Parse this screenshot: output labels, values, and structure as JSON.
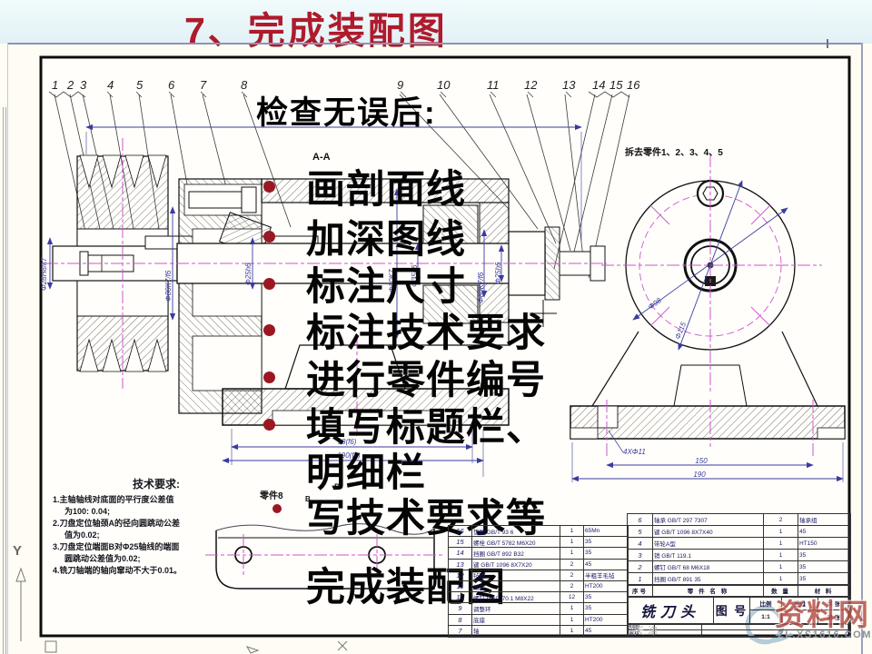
{
  "slide": {
    "title": "7、完成装配图",
    "checklist": {
      "heading": "检查无误后:",
      "items": [
        {
          "text": "画剖面线",
          "bullet": true
        },
        {
          "text": "加深图线",
          "bullet": true
        },
        {
          "text": "标注尺寸",
          "bullet": true
        },
        {
          "text": "标注技术要求",
          "bullet": true
        },
        {
          "text": "进行零件编号",
          "bullet": true
        },
        {
          "text": "填写标题栏、",
          "bullet": true
        },
        {
          "text": "明细栏",
          "bullet": false
        },
        {
          "text": "写技术要求等",
          "bullet": false
        },
        {
          "text": "完成装配图",
          "bullet": false
        }
      ]
    }
  },
  "drawing": {
    "part_numbers": [
      "1",
      "2",
      "3",
      "4",
      "5",
      "6",
      "7",
      "8",
      "9",
      "10",
      "11",
      "12",
      "13",
      "14",
      "15",
      "16"
    ],
    "section_label": "A-A",
    "detached_note": "拆去零件1、2、3、4、5",
    "part8_label": "零件8",
    "view_label_b": "B",
    "axis_label": "Y",
    "dims": {
      "pulley_bore": "Φ28H8/k7",
      "flange_bore": "Φ80K7/f6",
      "shaft_seat": "Φ25h6",
      "housing_bore": "Φ80K7",
      "shaft_mid": "Φ35h6",
      "right_bore": "Φ80K7/f6",
      "right_shaft": "Φ25h6",
      "circle_inner": "Φ98",
      "circle_outer": "Φ115",
      "base_holes": "4XΦ11",
      "base_span": "150",
      "base_width": "190",
      "length_98": "98(f6)",
      "length_190": "190(f8)"
    },
    "tech_requirements": {
      "title": "技术要求:",
      "lines": [
        "1.主轴轴线对底面的平行度公差值",
        "为100: 0.04;",
        "2.刀盘定位轴颈A的径向圆跳动公差",
        "值为0.02;",
        "3.刀盘定位端面B对Φ25轴线的端面",
        "圆跳动公差值为0.02;",
        "4.铣刀轴端的轴向窜动不大于0.01。"
      ]
    },
    "parts_list_left": [
      {
        "no": "16",
        "name": "垫圈 GB/T 93 6",
        "qty": "1",
        "mat": "65Mn"
      },
      {
        "no": "15",
        "name": "螺栓 GB/T 5782 M6X20",
        "qty": "1",
        "mat": "35"
      },
      {
        "no": "14",
        "name": "挡圈 GB/T 892 B32",
        "qty": "1",
        "mat": "35"
      },
      {
        "no": "13",
        "name": "键 GB/T 1096 8X7X20",
        "qty": "2",
        "mat": "45"
      },
      {
        "no": "12",
        "name": "毡圈",
        "qty": "2",
        "mat": "半粗羊毛毡"
      },
      {
        "no": "11",
        "name": "端盖",
        "qty": "2",
        "mat": "HT200"
      },
      {
        "no": "10",
        "name": "螺钉 GB/T 70.1 M8X22",
        "qty": "12",
        "mat": "35"
      },
      {
        "no": "9",
        "name": "调整环",
        "qty": "1",
        "mat": "35"
      },
      {
        "no": "8",
        "name": "底座",
        "qty": "1",
        "mat": "HT200"
      },
      {
        "no": "7",
        "name": "轴",
        "qty": "1",
        "mat": "45"
      }
    ],
    "parts_list_right": [
      {
        "no": "6",
        "name": "轴承 GB/T 297 7307",
        "qty": "2",
        "mat": "轴承组"
      },
      {
        "no": "5",
        "name": "键 GB/T 1096 8X7X40",
        "qty": "1",
        "mat": "45"
      },
      {
        "no": "4",
        "name": "带轮A型",
        "qty": "1",
        "mat": "HT150"
      },
      {
        "no": "3",
        "name": "销 GB/T 119.1",
        "qty": "1",
        "mat": "35"
      },
      {
        "no": "2",
        "name": "螺钉 GB/T 68 M6X18",
        "qty": "1",
        "mat": "35"
      },
      {
        "no": "1",
        "name": "挡圈 GB/T 891 35",
        "qty": "1",
        "mat": "35"
      }
    ],
    "parts_header": {
      "no": "序号",
      "name": "零 件 名 称",
      "qty": "数 量",
      "mat": "材 料"
    },
    "title_block": {
      "name": "铣刀头",
      "scale_label": "比例",
      "scale": "1:1",
      "weight_label": "重量",
      "sheets_label": "共 张",
      "sheet_label": "第 张",
      "dwgno_label": "图 号",
      "draft_label": "制图",
      "check_label": "审核"
    }
  },
  "watermark": {
    "site": "资料网",
    "url": "ZL.XS1616.COM",
    "faint": "天津"
  },
  "colors": {
    "accent_red": "#ae1b2c",
    "bullet_red": "#9b1722",
    "dim_blue": "#3b3b9e",
    "centerline_magenta": "#cc55cc"
  }
}
